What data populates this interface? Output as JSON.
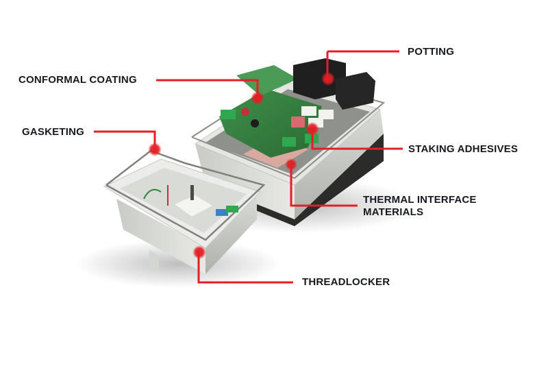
{
  "diagram": {
    "subject": "Electronic enclosure assembly with application callouts",
    "accent_color": "#e31e24",
    "text_color": "#16191d",
    "callouts": [
      {
        "id": "potting",
        "label": "POTTING"
      },
      {
        "id": "conformal-coating",
        "label": "CONFORMAL COATING"
      },
      {
        "id": "gasketing",
        "label": "GASKETING"
      },
      {
        "id": "staking-adhesives",
        "label": "STAKING ADHESIVES"
      },
      {
        "id": "thermal-interface-materials",
        "label_line1": "THERMAL INTERFACE",
        "label_line2": "MATERIALS"
      },
      {
        "id": "threadlocker",
        "label": "THREADLOCKER"
      }
    ]
  }
}
